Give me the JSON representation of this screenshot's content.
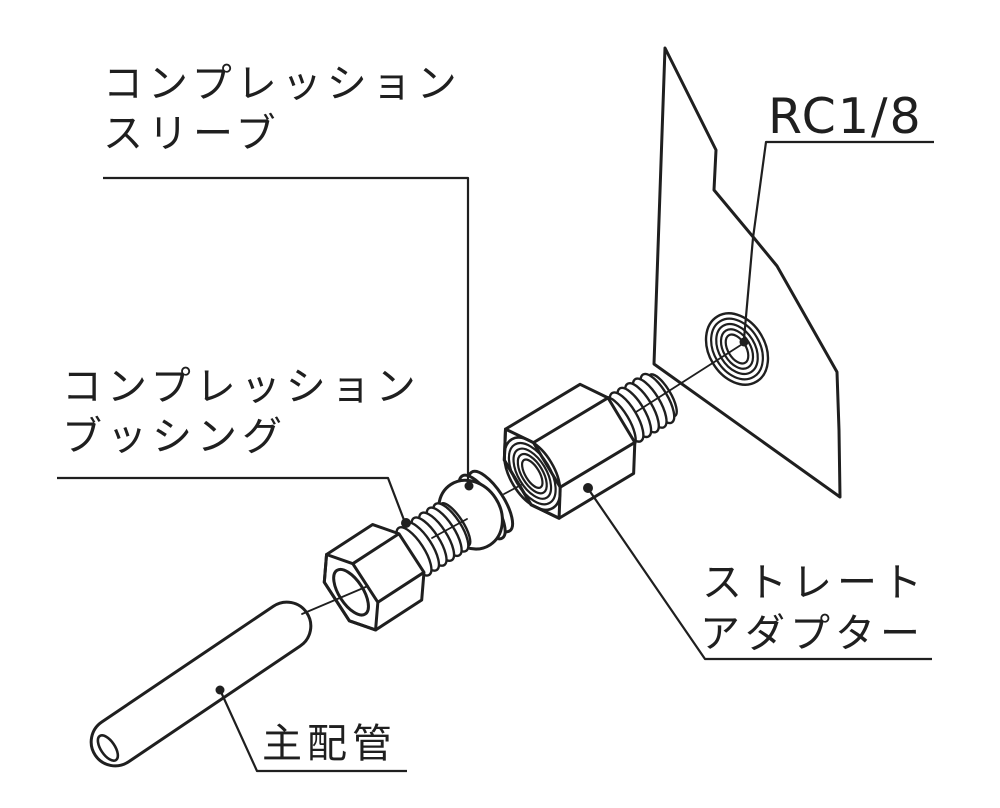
{
  "diagram": {
    "type": "exploded-assembly-drawing",
    "labels": {
      "compression_sleeve": {
        "line1": "コンプレッション",
        "line2": "スリーブ"
      },
      "compression_bushing": {
        "line1": "コンプレッション",
        "line2": "ブッシング"
      },
      "straight_adapter": {
        "line1": "ストレート",
        "line2": "アダプター"
      },
      "main_pipe": {
        "text": "主配管"
      },
      "thread_size": {
        "text": "RC1/8"
      }
    },
    "colors": {
      "line": "#1f1f1f",
      "background": "#ffffff"
    }
  }
}
